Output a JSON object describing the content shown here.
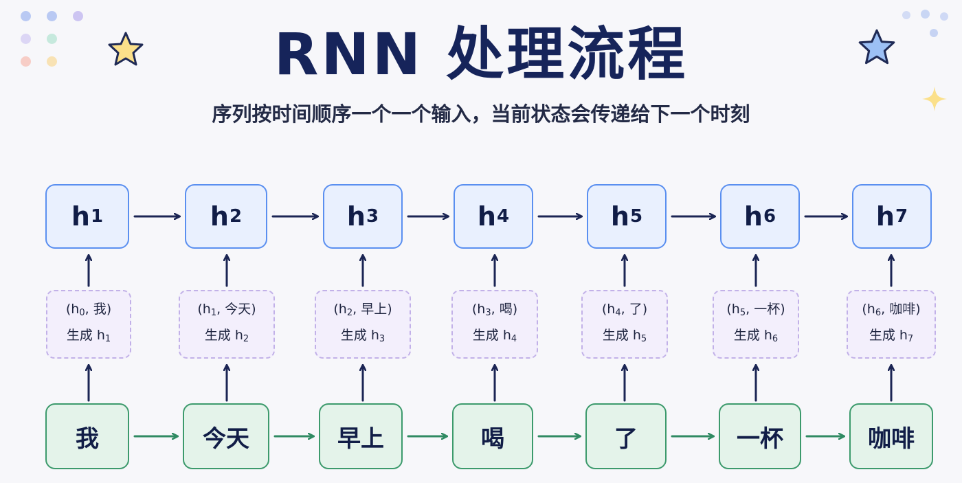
{
  "title": "RNN 处理流程",
  "subtitle": "序列按时间顺序一个一个输入，当前状态会传递给下一个时刻",
  "colors": {
    "title": "#16245a",
    "hidden_border": "#5a8ff0",
    "hidden_fill": "#e9f0fe",
    "input_border": "#3c9a6c",
    "input_fill": "#e4f3ea",
    "process_border": "#c2b1e8",
    "process_fill": "#f3effc",
    "hidden_arrow": "#1b2554",
    "input_arrow": "#2f8a62",
    "star_yellow": "#fbe08a",
    "star_blue": "#9cc0f5"
  },
  "icons": [
    "star-icon",
    "sparkle-icon",
    "dot-grid-decoration"
  ],
  "steps": [
    {
      "h_base": "h",
      "h_sub": "1",
      "proc_line1_base": "(h",
      "proc_line1_sub": "0",
      "proc_line1_rest": ", 我)",
      "proc_line2_base": "生成 h",
      "proc_line2_sub": "1",
      "token": "我"
    },
    {
      "h_base": "h",
      "h_sub": "2",
      "proc_line1_base": "(h",
      "proc_line1_sub": "1",
      "proc_line1_rest": ", 今天)",
      "proc_line2_base": "生成 h",
      "proc_line2_sub": "2",
      "token": "今天"
    },
    {
      "h_base": "h",
      "h_sub": "3",
      "proc_line1_base": "(h",
      "proc_line1_sub": "2",
      "proc_line1_rest": ", 早上)",
      "proc_line2_base": "生成 h",
      "proc_line2_sub": "3",
      "token": "早上"
    },
    {
      "h_base": "h",
      "h_sub": "4",
      "proc_line1_base": "(h",
      "proc_line1_sub": "3",
      "proc_line1_rest": ", 喝)",
      "proc_line2_base": "生成 h",
      "proc_line2_sub": "4",
      "token": "喝"
    },
    {
      "h_base": "h",
      "h_sub": "5",
      "proc_line1_base": "(h",
      "proc_line1_sub": "4",
      "proc_line1_rest": ", 了)",
      "proc_line2_base": "生成 h",
      "proc_line2_sub": "5",
      "token": "了"
    },
    {
      "h_base": "h",
      "h_sub": "6",
      "proc_line1_base": "(h",
      "proc_line1_sub": "5",
      "proc_line1_rest": ", 一杯)",
      "proc_line2_base": "生成 h",
      "proc_line2_sub": "6",
      "token": "一杯"
    },
    {
      "h_base": "h",
      "h_sub": "7",
      "proc_line1_base": "(h",
      "proc_line1_sub": "6",
      "proc_line1_rest": ", 咖啡)",
      "proc_line2_base": "生成 h",
      "proc_line2_sub": "7",
      "token": "咖啡"
    }
  ]
}
